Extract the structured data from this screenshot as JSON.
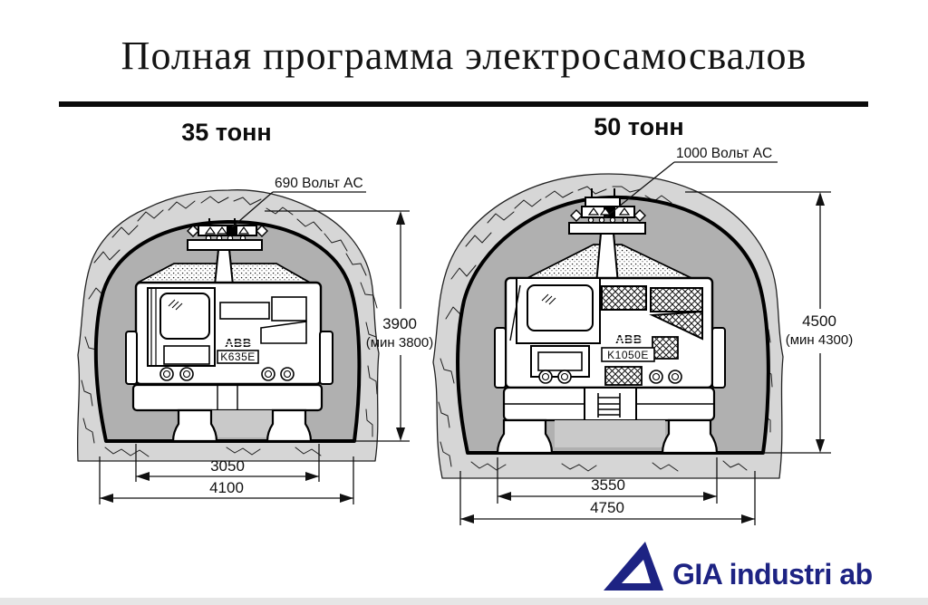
{
  "slide": {
    "title": "Полная программа электросамосвалов"
  },
  "sections": {
    "left": {
      "heading": "35 тонн",
      "voltage": "690 Вольт AC",
      "truck": {
        "brand": "ABB",
        "model": "K635E"
      },
      "dims": {
        "height": "3900",
        "height_min": "(мин 3800)",
        "inner_width": "3050",
        "outer_width": "4100"
      }
    },
    "right": {
      "heading": "50 тонн",
      "voltage": "1000 Вольт AC",
      "truck": {
        "brand": "ABB",
        "model": "K1050E"
      },
      "dims": {
        "height": "4500",
        "height_min": "(мин 4300)",
        "inner_width": "3550",
        "outer_width": "4750"
      }
    }
  },
  "logo": {
    "text": "GIA industri ab"
  },
  "colors": {
    "rock_band": "#d6d6d6",
    "tunnel_interior": "#b0b0b0",
    "outline": "#000000",
    "logo_navy": "#1d2383"
  }
}
